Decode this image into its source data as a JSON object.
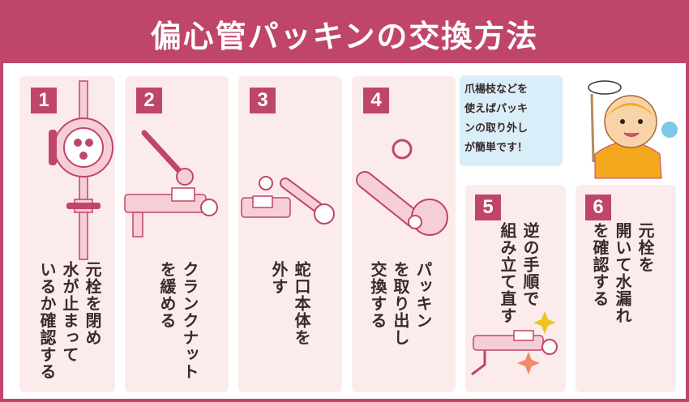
{
  "title": "偏心管パッキンの交換方法",
  "steps": [
    {
      "number": "1",
      "text": "元栓を閉め\n水が止まって\nいるか確認する"
    },
    {
      "number": "2",
      "text": "クランクナット\nを緩める"
    },
    {
      "number": "3",
      "text": "蛇口本体を\n外す"
    },
    {
      "number": "4",
      "text": "パッキン\nを取り出し\n交換する"
    },
    {
      "number": "5",
      "text": "逆の手順で\n組み立て直す"
    },
    {
      "number": "6",
      "text": "元栓を\n開いて水漏れ\nを確認する"
    }
  ],
  "tip": "爪楊枝などを\n使えばパッキ\nンの取り外し\nが簡単です！",
  "colors": {
    "accent": "#c0456a",
    "card": "#fbeceb",
    "bubble": "#d9eef8"
  }
}
